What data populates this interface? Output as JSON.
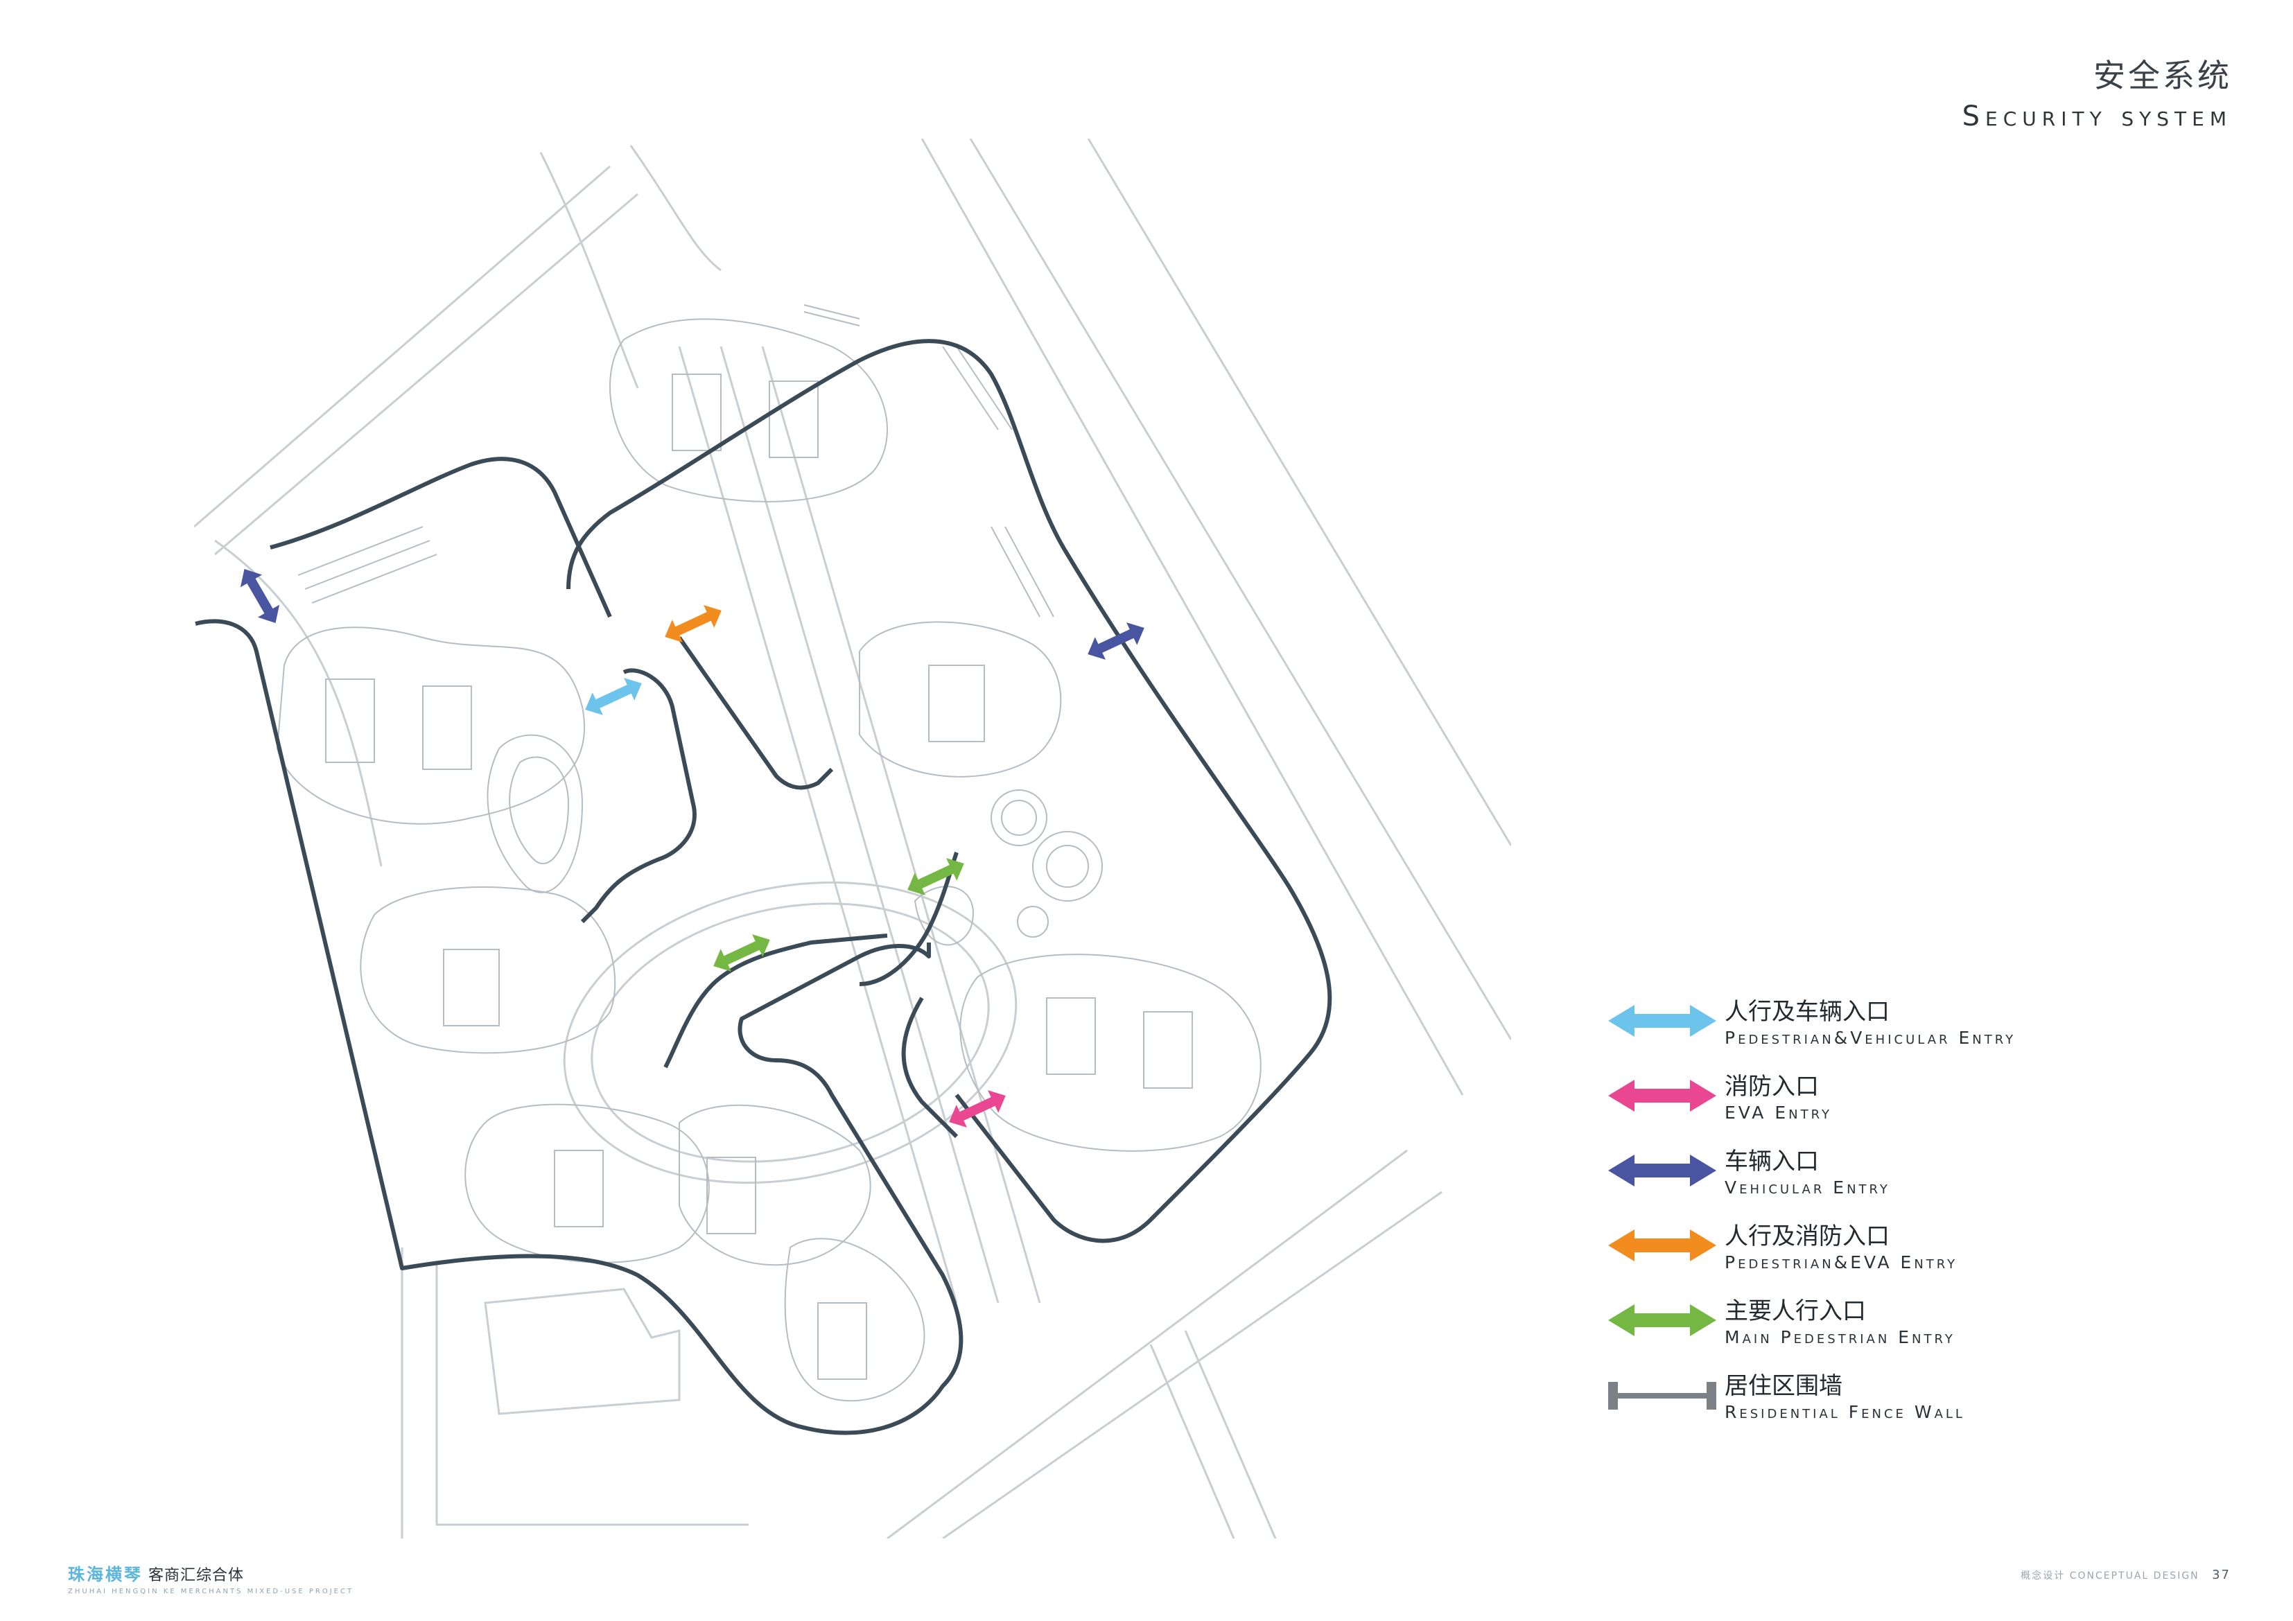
{
  "header": {
    "title_cn": "安全系统",
    "title_en": "Security System"
  },
  "legend": [
    {
      "id": "ped-veh",
      "cn": "人行及车辆入口",
      "en": "Pedestrian&Vehicular Entry",
      "color": "#6cc4ec",
      "icon": "double-arrow-icon"
    },
    {
      "id": "eva",
      "cn": "消防入口",
      "en": "EVA Entry",
      "color": "#e94792",
      "icon": "double-arrow-icon"
    },
    {
      "id": "vehicular",
      "cn": "车辆入口",
      "en": "Vehicular Entry",
      "color": "#4a55a2",
      "icon": "double-arrow-icon"
    },
    {
      "id": "ped-eva",
      "cn": "人行及消防入口",
      "en": "Pedestrian&EVA Entry",
      "color": "#f28c1e",
      "icon": "double-arrow-icon"
    },
    {
      "id": "main-ped",
      "cn": "主要人行入口",
      "en": "Main Pedestrian Entry",
      "color": "#74b843",
      "icon": "double-arrow-icon"
    },
    {
      "id": "fence",
      "cn": "居住区围墙",
      "en": "Residential Fence Wall",
      "color": "#7a8288",
      "icon": "fence-wall-icon"
    }
  ],
  "colors": {
    "fence": "#3b4a57",
    "base_lines": "#c9ced2",
    "detail_lines": "#b5bcc2"
  },
  "footer": {
    "project_cn_highlight": "珠海横琴",
    "project_cn": "客商汇综合体",
    "project_en": "ZHUHAI HENGQIN KE MERCHANTS MIXED-USE PROJECT",
    "section_cn": "概念设计",
    "section_en": "CONCEPTUAL DESIGN",
    "page_number": "37"
  }
}
